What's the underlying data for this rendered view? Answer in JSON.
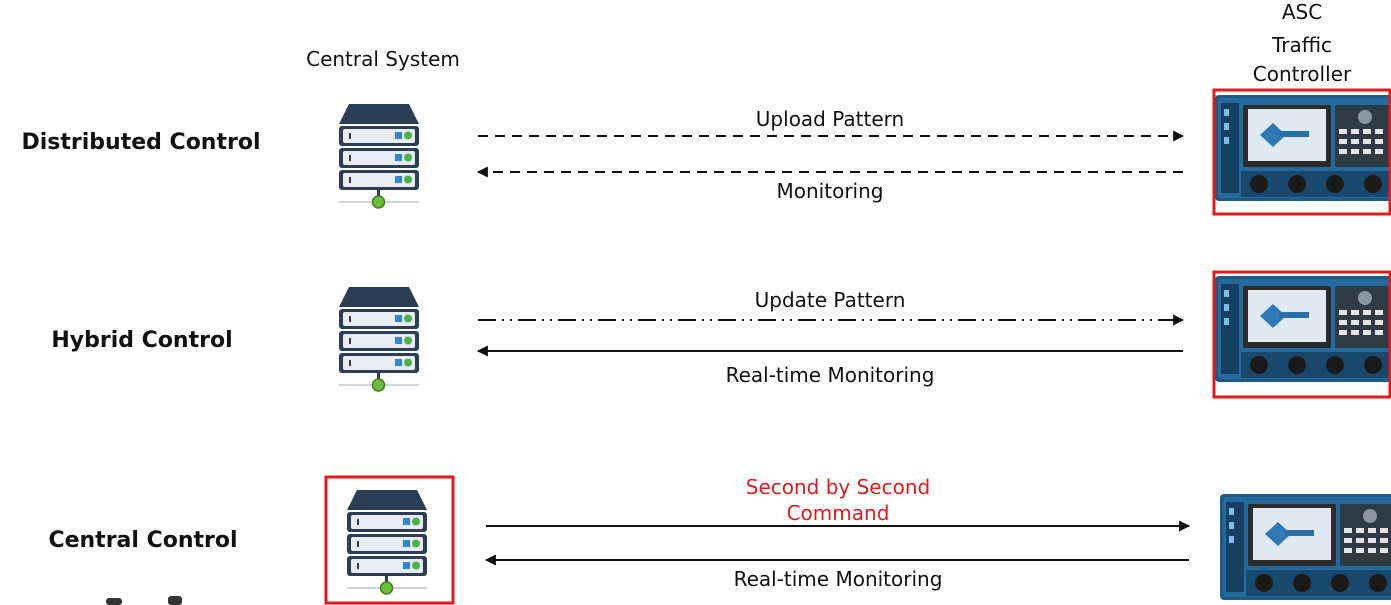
{
  "header": {
    "central_label": "Central System",
    "asc_label_lines": [
      "ASC",
      "Traffic",
      "Controller"
    ]
  },
  "rows": [
    {
      "mode_label": "Distributed Control",
      "forward_label": "Upload Pattern",
      "forward_style": "dashed",
      "backward_label": "Monitoring",
      "backward_style": "dashed",
      "server_highlighted": false,
      "controller_highlighted": true
    },
    {
      "mode_label": "Hybrid Control",
      "forward_label": "Update Pattern",
      "forward_style": "dash-dot-dot",
      "backward_label": "Real-time Monitoring",
      "backward_style": "solid",
      "server_highlighted": false,
      "controller_highlighted": true
    },
    {
      "mode_label": "Central Control",
      "forward_label_lines": [
        "Second by Second",
        "Command"
      ],
      "forward_style": "solid",
      "backward_label": "Real-time Monitoring",
      "backward_style": "solid",
      "server_highlighted": true,
      "controller_highlighted": false
    }
  ],
  "colors": {
    "text": "#111111",
    "highlight": "#e01b1b",
    "server_dark": "#2c3e55",
    "server_light": "#e9edf2",
    "status_blue": "#2f86d6",
    "status_green": "#4caf50",
    "controller_panel": "#1d5a86"
  }
}
